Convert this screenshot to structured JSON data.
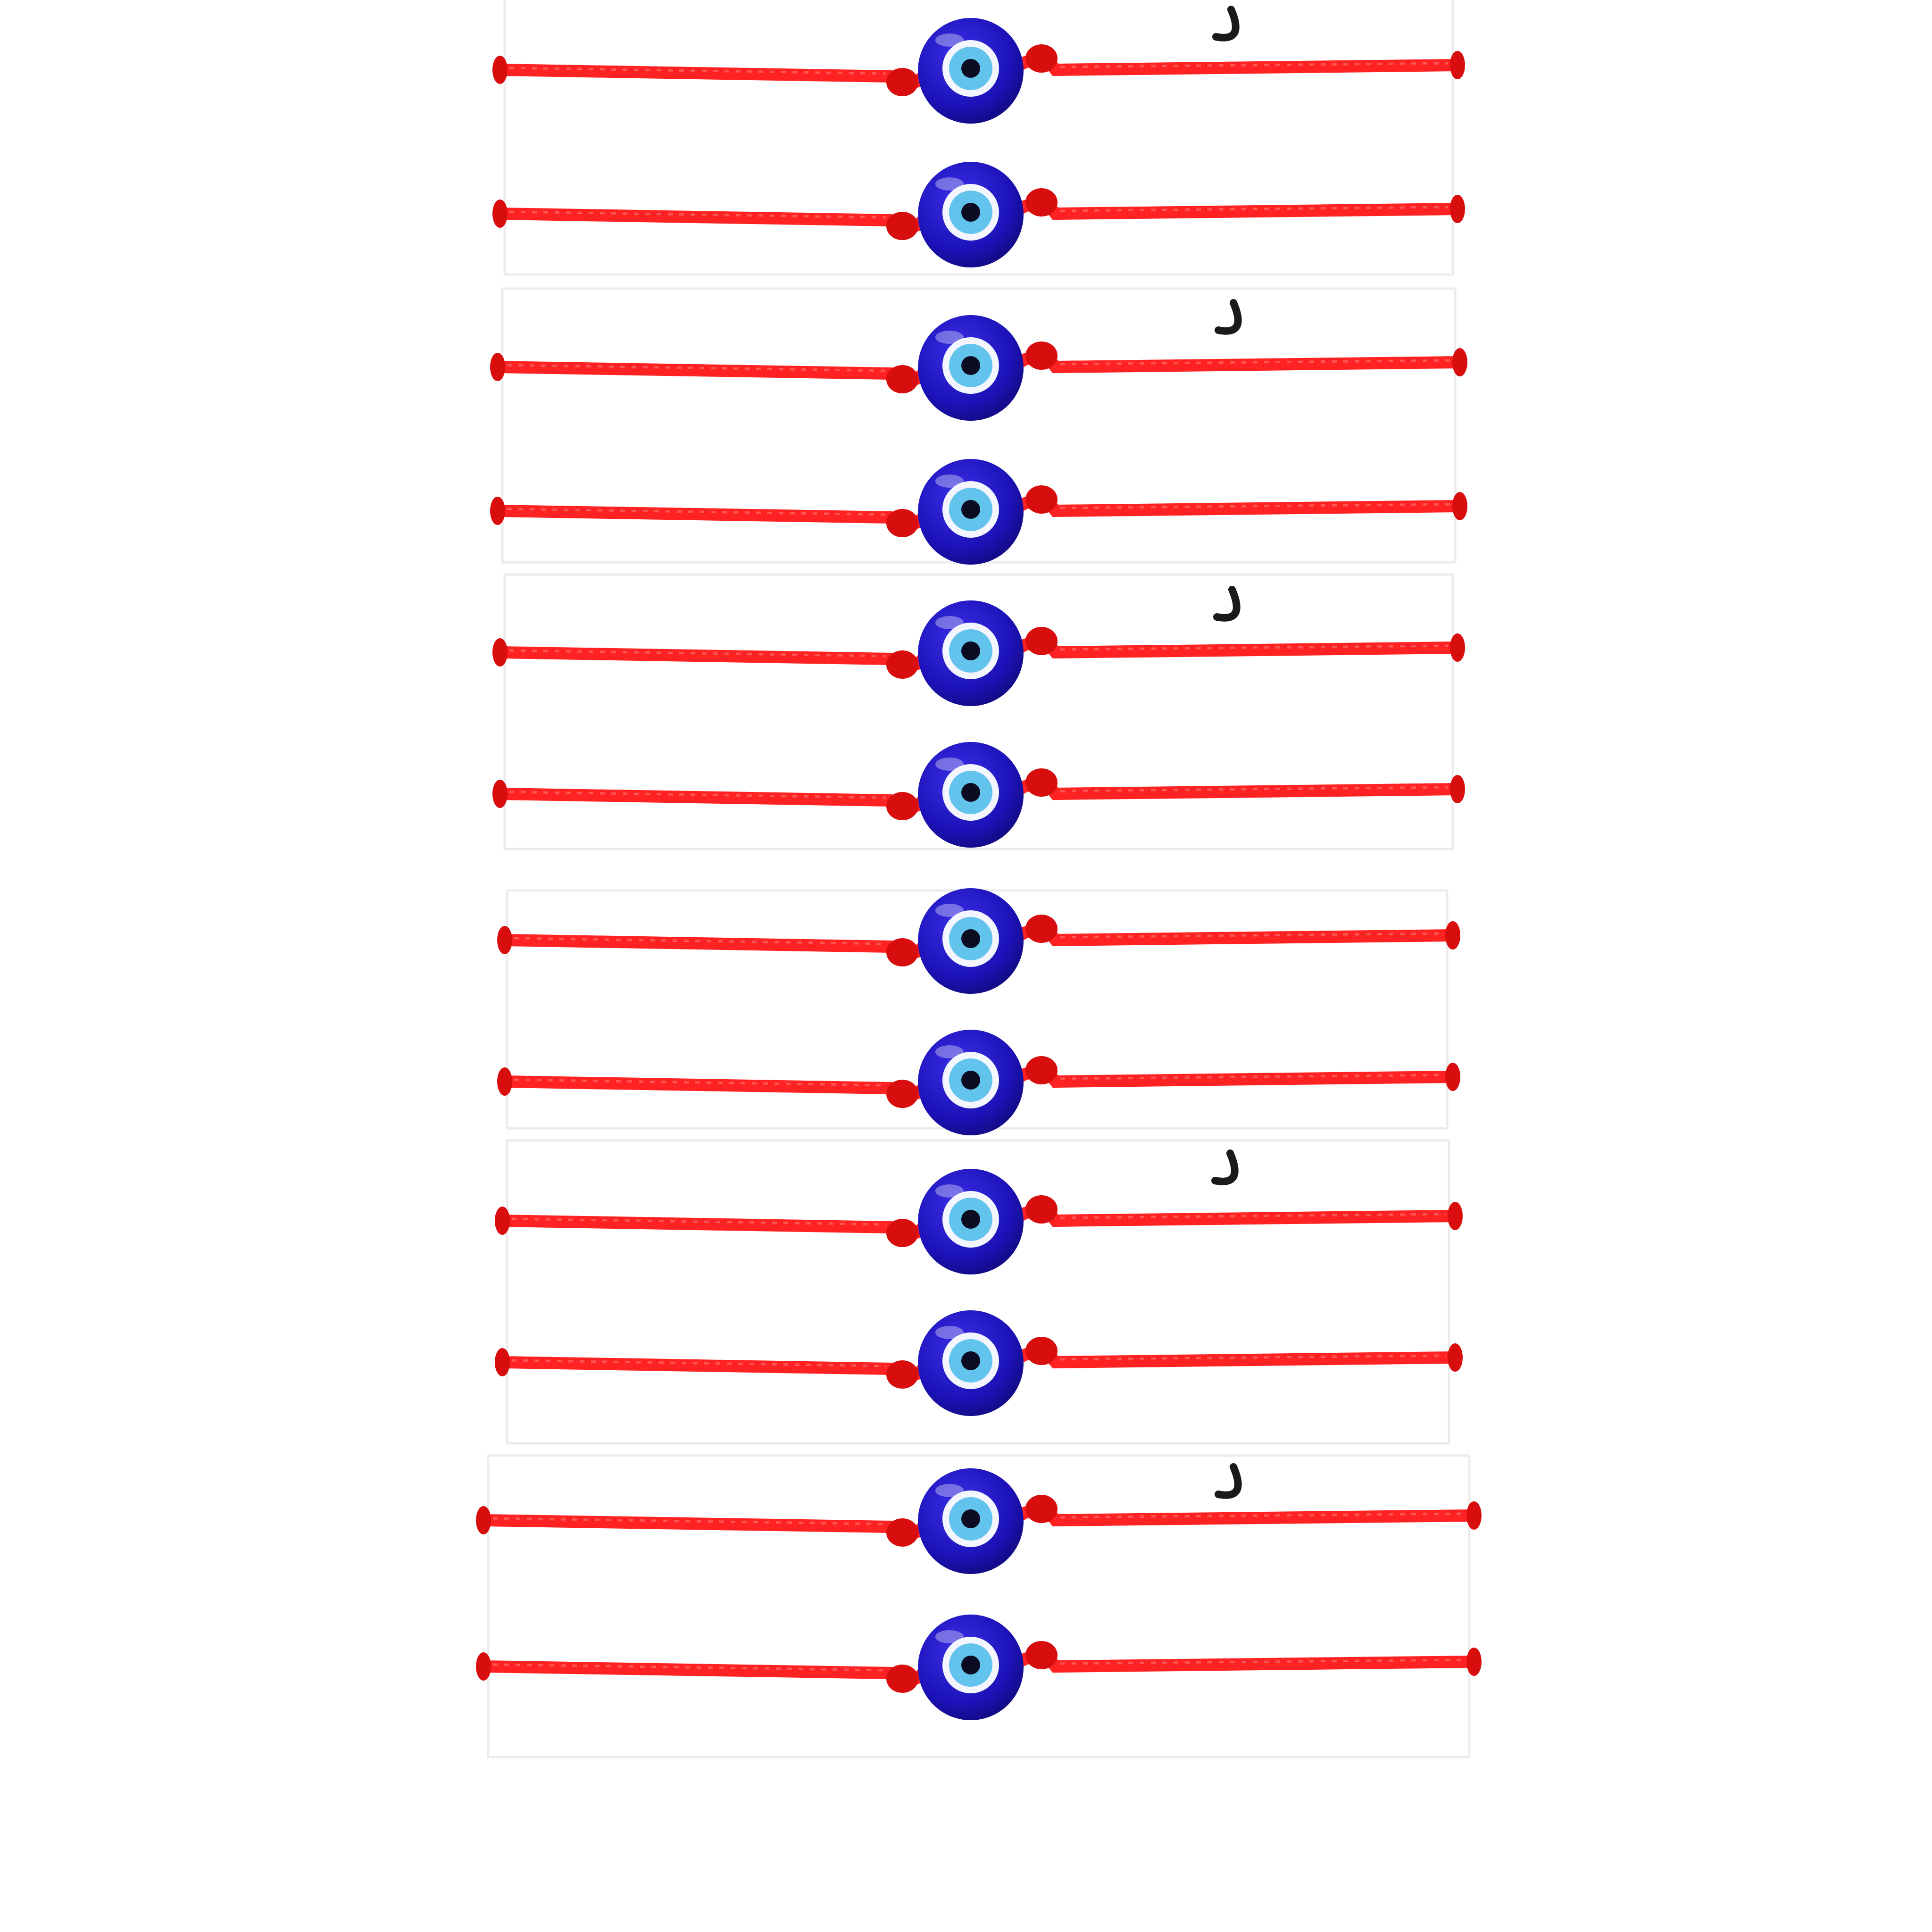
{
  "photo": {
    "subject": "evil-eye-bracelets",
    "card_count": 6,
    "bracelets_per_card": 2,
    "bracelet_count": 12
  },
  "colors": {
    "background": "#ffffff",
    "card": "#ffffff",
    "card_edge": "#ececec",
    "cord": "#ff2222",
    "cord_dark": "#d80e0e",
    "bead_outer": "#1c12b8",
    "bead_ring": "#f4f6ff",
    "bead_iris": "#62c4ec",
    "bead_pupil": "#0b0b22",
    "card_print_mark": "#1a1a1a"
  },
  "icons": {
    "bead": "evil-eye-bead-icon",
    "knot": "knot-icon",
    "print_mark": "card-print-mark-icon"
  }
}
